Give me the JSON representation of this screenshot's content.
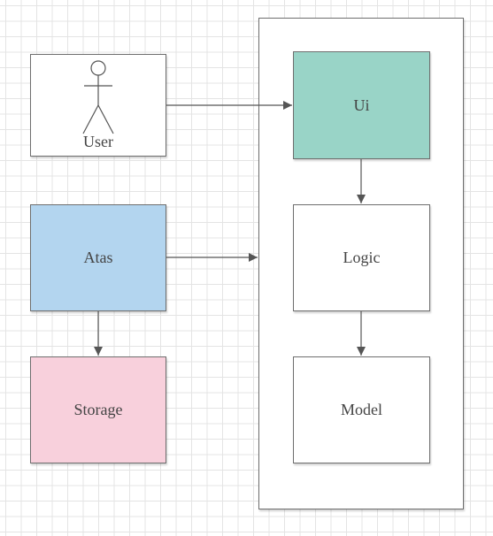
{
  "diagram": {
    "nodes": {
      "user": {
        "label": "User",
        "kind": "actor",
        "fill": "#ffffff"
      },
      "atas": {
        "label": "Atas",
        "fill": "#b3d5ef"
      },
      "storage": {
        "label": "Storage",
        "fill": "#f8d0dc"
      },
      "ui": {
        "label": "Ui",
        "fill": "#99d4c7"
      },
      "logic": {
        "label": "Logic",
        "fill": "#ffffff"
      },
      "model": {
        "label": "Model",
        "fill": "#ffffff"
      },
      "container": {
        "label": "",
        "fill": "#ffffff"
      }
    },
    "edges": [
      {
        "from": "user",
        "to": "ui"
      },
      {
        "from": "atas",
        "to": "container"
      },
      {
        "from": "atas",
        "to": "storage"
      },
      {
        "from": "ui",
        "to": "logic"
      },
      {
        "from": "logic",
        "to": "model"
      }
    ],
    "colors": {
      "line": "#555555",
      "border": "#6e6e6e",
      "text": "#444444",
      "grid": "#e4e4e4"
    }
  }
}
